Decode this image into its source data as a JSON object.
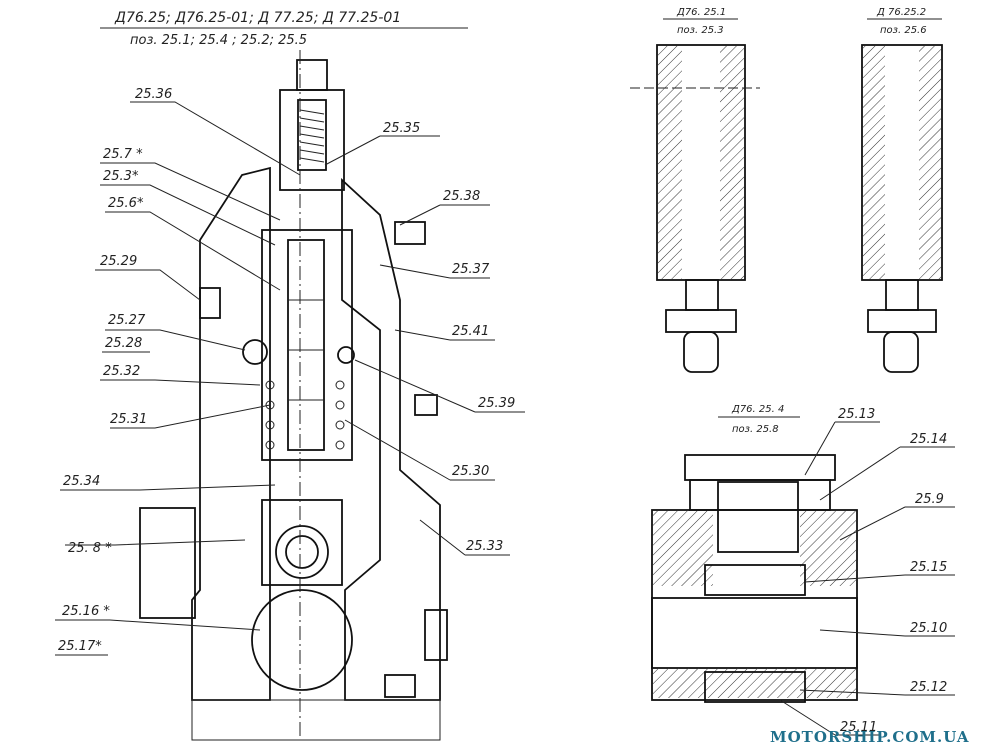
{
  "header": {
    "line1": "Д76.25; Д76.25-01; Д 77.25; Д 77.25-01",
    "line2": "поз. 25.1;  25.4 ;   25.2;   25.5"
  },
  "details": {
    "d1": {
      "title": "Д76. 25.1",
      "sub": "поз. 25.3"
    },
    "d2": {
      "title": "Д 76.25.2",
      "sub": "поз. 25.6"
    },
    "d4": {
      "title": "Д76. 25. 4",
      "sub": "поз. 25.8"
    }
  },
  "labels": {
    "l2536": "25.36",
    "l2535": "25.35",
    "l257": "25.7 *",
    "l253": "25.3*",
    "l256": "25.6*",
    "l2538": "25.38",
    "l2529": "25.29",
    "l2537": "25.37",
    "l2527": "25.27",
    "l2528": "25.28",
    "l2541": "25.41",
    "l2532": "25.32",
    "l2539": "25.39",
    "l2531": "25.31",
    "l2530": "25.30",
    "l2534": "25.34",
    "l258": "25. 8 *",
    "l2533": "25.33",
    "l2516": "25.16 *",
    "l2517": "25.17*",
    "l2513": "25.13",
    "l2514": "25.14",
    "l259": "25.9",
    "l2515": "25.15",
    "l2510": "25.10",
    "l2512": "25.12",
    "l2511": "25.11"
  },
  "watermark": "MOTORSHIP.COM.UA"
}
